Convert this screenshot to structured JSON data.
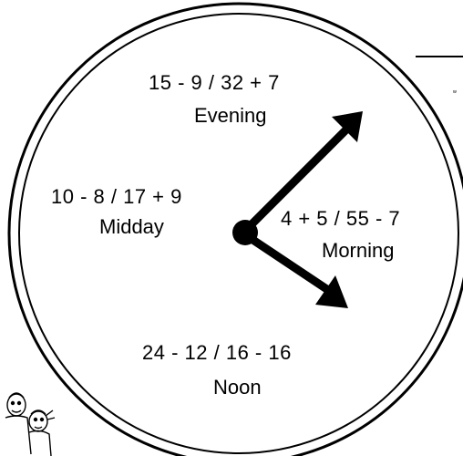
{
  "clock": {
    "quadrants": {
      "evening": {
        "equation": "15 - 9  /  32 + 7",
        "label": "Evening"
      },
      "midday": {
        "equation": "10 - 8  /  17 + 9",
        "label": "Midday"
      },
      "morning": {
        "equation": "4 + 5  /  55 - 7",
        "label": "Morning"
      },
      "noon": {
        "equation": "24 - 12  /  16 - 16",
        "label": "Noon"
      }
    }
  },
  "colors": {
    "ink": "#000000",
    "paper": "#ffffff"
  }
}
